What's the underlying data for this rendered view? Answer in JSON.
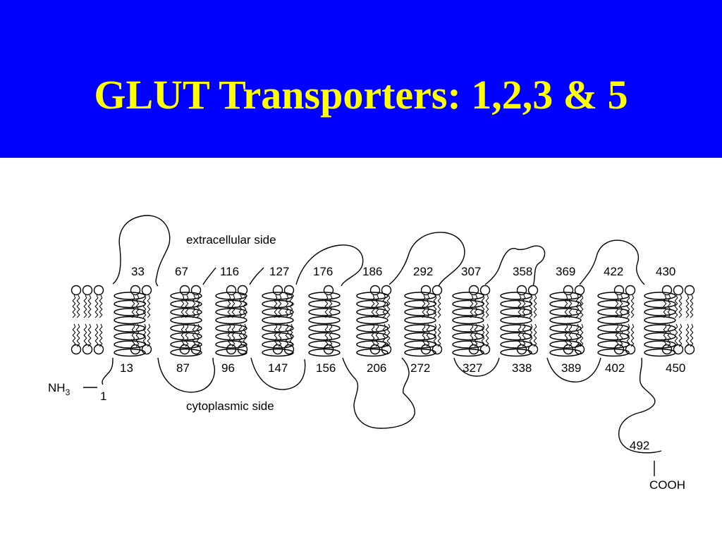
{
  "slide": {
    "title": "GLUT Transporters: 1,2,3 & 5",
    "colors": {
      "header_bg": "#0000ff",
      "title": "#ffff00",
      "ink": "#000000"
    }
  },
  "diagram": {
    "extracellular_label": "extracellular side",
    "cytoplasmic_label": "cytoplasmic side",
    "n_terminus": {
      "group": "NH",
      "subscript": "3",
      "residue": "1"
    },
    "c_terminus": {
      "residue": "492",
      "group": "COOH"
    },
    "extracellular_residues": [
      "33",
      "67",
      "116",
      "127",
      "176",
      "186",
      "292",
      "307",
      "358",
      "369",
      "422",
      "430"
    ],
    "cytoplasmic_residues": [
      "13",
      "87",
      "96",
      "147",
      "156",
      "206",
      "272",
      "327",
      "338",
      "389",
      "402",
      "450"
    ]
  }
}
